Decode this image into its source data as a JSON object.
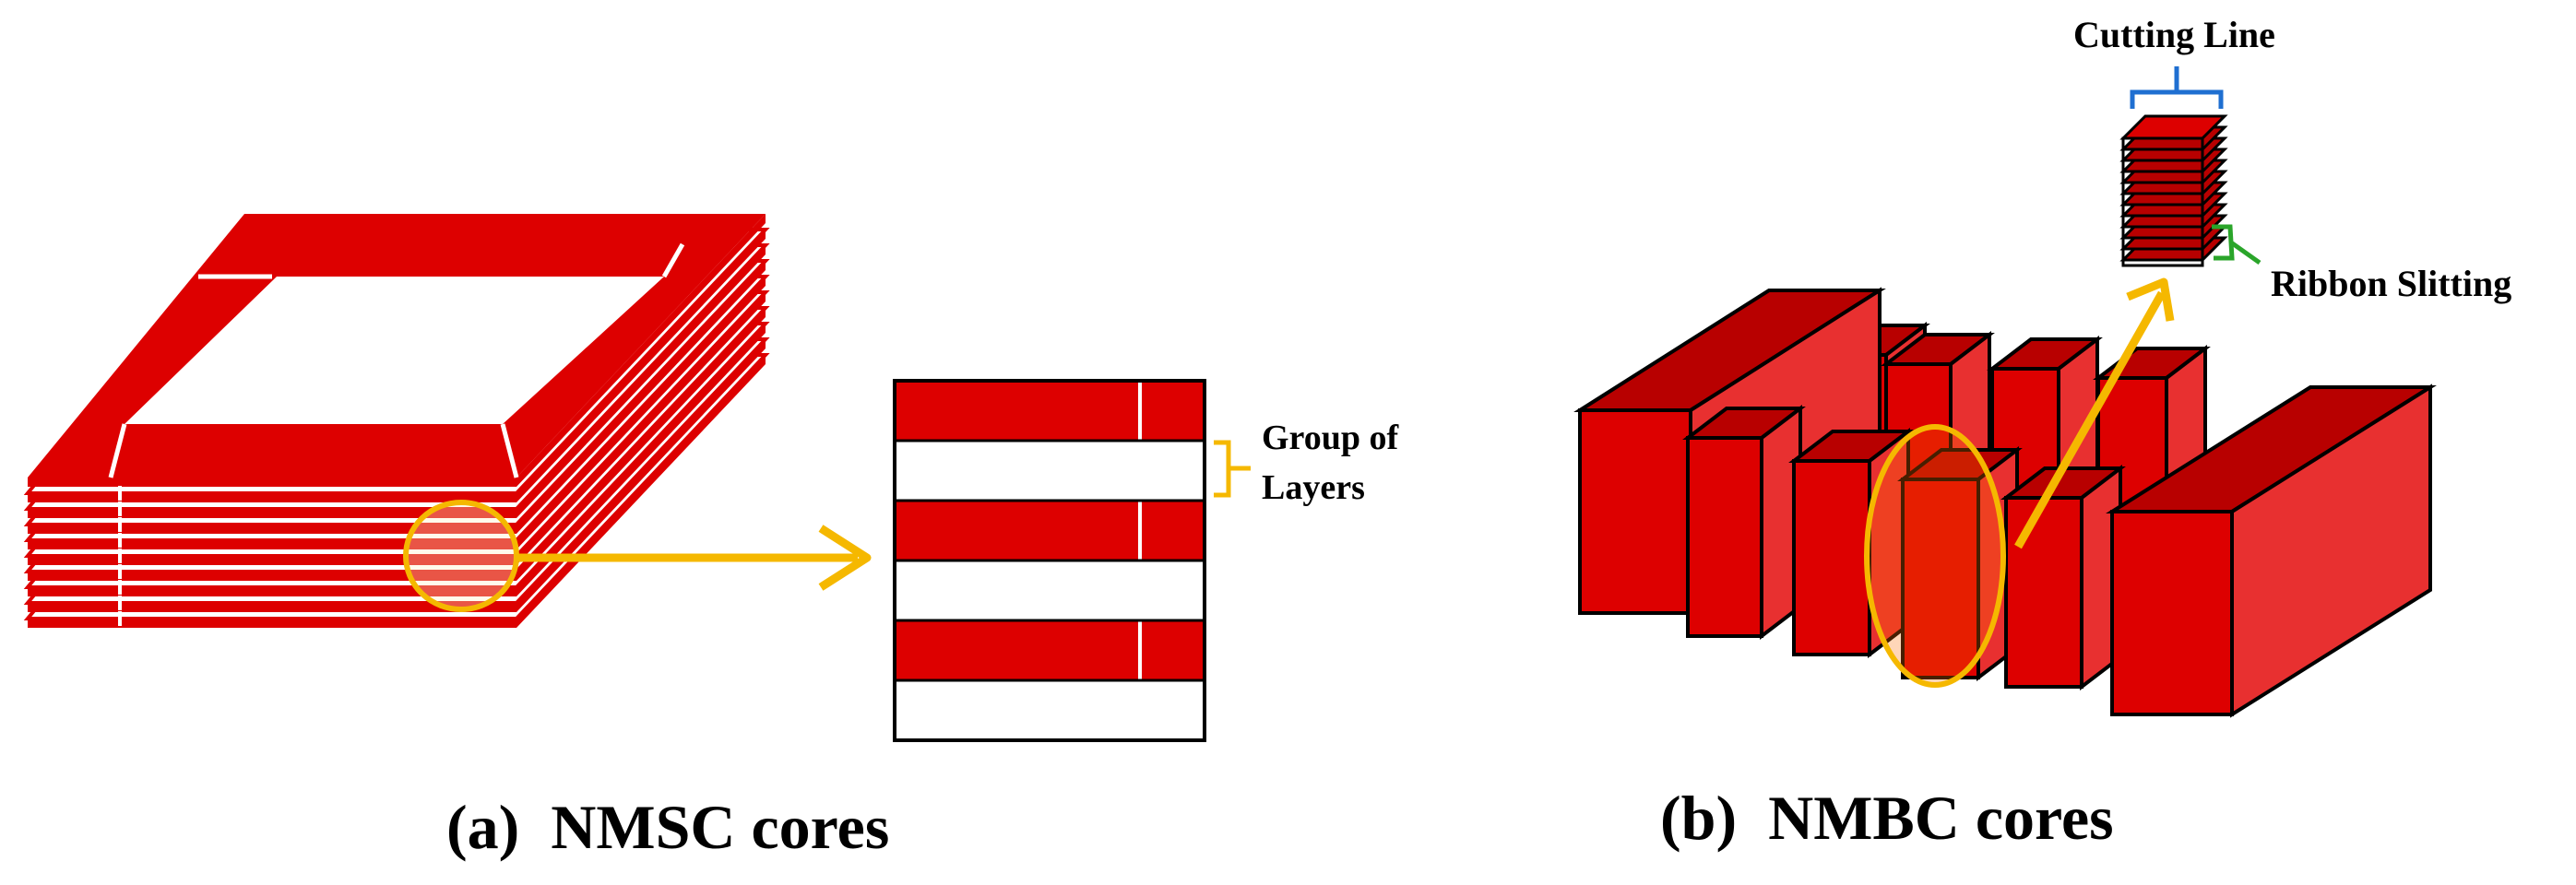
{
  "panels": [
    {
      "id": "a",
      "caption": "(a)  NMSC cores",
      "callout": "Group of\nLayers"
    },
    {
      "id": "b",
      "caption": "(b)  NMBC cores",
      "callout_top": "Cutting Line",
      "callout_side": "Ribbon Slitting"
    }
  ],
  "colors": {
    "red": "#dd0000",
    "red_dark": "#b80000",
    "red_light": "#e83030",
    "highlight": "#f5b800",
    "bracket_blue": "#1f6fd1",
    "bracket_green": "#2aa52a"
  },
  "icons": [
    "arrow-right-icon",
    "arrow-diagonal-icon",
    "bracket-icon"
  ]
}
